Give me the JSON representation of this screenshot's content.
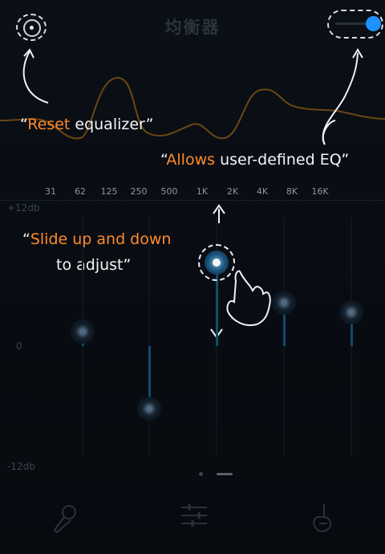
{
  "header": {
    "title": "均衡器",
    "reset_icon": "reset-circle-icon",
    "toggle_state": "on",
    "toggle_color": "#1e90ff"
  },
  "frequencies": [
    "31",
    "62",
    "125",
    "250",
    "500",
    "1K",
    "2K",
    "4K",
    "8K",
    "16K"
  ],
  "scale": {
    "top": "+12db",
    "middle": "0",
    "bottom": "-12db"
  },
  "tips": {
    "reset_quote_open": "“",
    "reset_accent": "Reset",
    "reset_rest": " equalizer”",
    "allows_quote_open": "“",
    "allows_accent": "Allows",
    "allows_rest": " user-defined EQ”",
    "slide_quote_open": "“",
    "slide_accent": "Slide up and down",
    "slide_line2": "to adjust”"
  },
  "sliders_db": [
    1.5,
    -6.5,
    8.5,
    4.5,
    3.5
  ],
  "colors": {
    "accent": "#ff8a2a",
    "curve": "#6b4712",
    "slider_fill": "#124a6e"
  },
  "bottom_nav": {
    "items": [
      "microphone-icon",
      "equalizer-sliders-icon",
      "guitar-icon"
    ]
  },
  "pager": {
    "pages": 2,
    "current": 2
  }
}
